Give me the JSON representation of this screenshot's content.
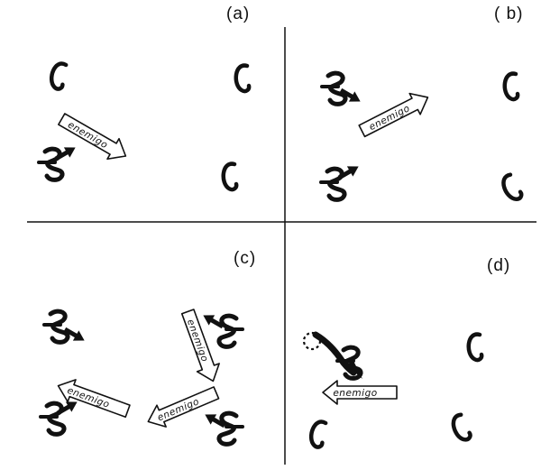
{
  "panels": [
    {
      "id": "a",
      "label": "(a)"
    },
    {
      "id": "b",
      "label": "( b)"
    },
    {
      "id": "c",
      "label": "(c)"
    },
    {
      "id": "d",
      "label": "(d)"
    }
  ],
  "arrow_text": "enemigo",
  "colors": {
    "ink": "#111111",
    "background": "#ffffff"
  }
}
